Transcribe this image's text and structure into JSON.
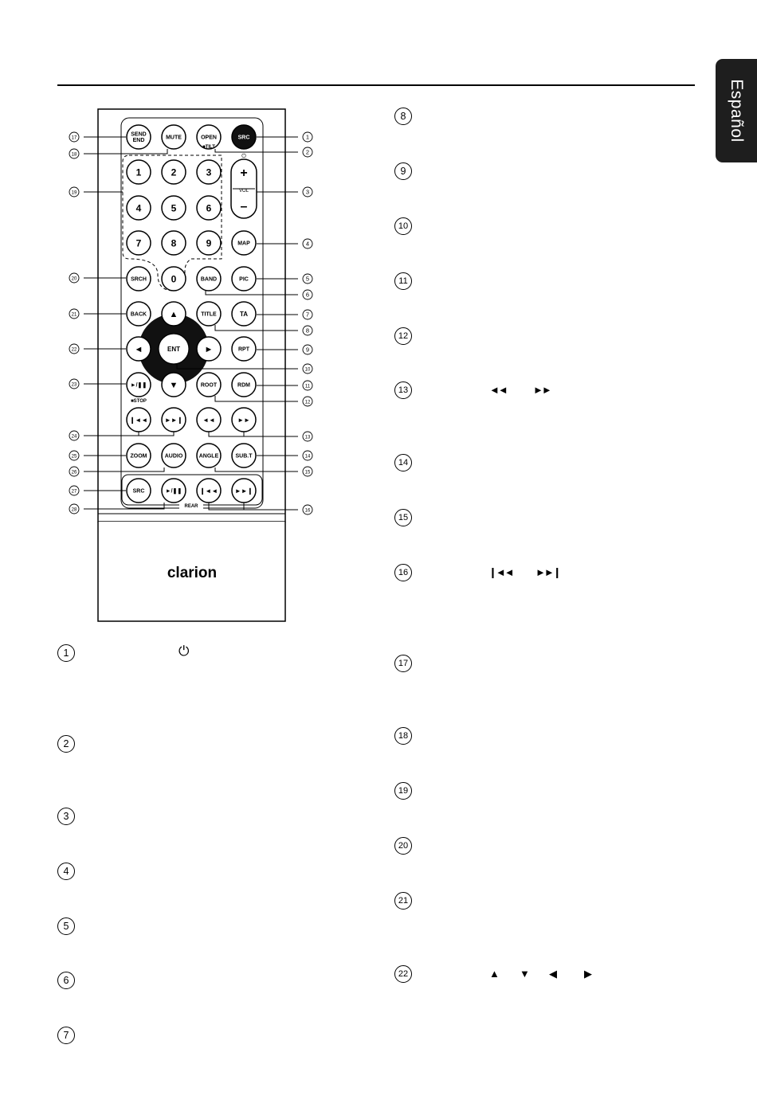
{
  "sidebar_tab": "Español",
  "remote": {
    "brand": "clarion",
    "buttons": {
      "send_end": [
        "SEND",
        "END"
      ],
      "mute": "MUTE",
      "open": "OPEN",
      "src": "SRC",
      "tilt": "■TILT",
      "power": "⏻",
      "vol": "VOL",
      "vol_up": "+",
      "vol_down": "–",
      "n1": "1",
      "n2": "2",
      "n3": "3",
      "n4": "4",
      "n5": "5",
      "n6": "6",
      "n7": "7",
      "n8": "8",
      "n9": "9",
      "n0": "0",
      "map": "MAP",
      "srch": "SRCH",
      "band": "BAND",
      "pic": "PIC",
      "back": "BACK",
      "up": "▲",
      "title": "TITLE",
      "ta": "TA",
      "left": "◄",
      "ent": "ENT",
      "right": "►",
      "rpt": "RPT",
      "play_pause": "►/❚❚",
      "stop": "■STOP",
      "down": "▼",
      "root": "ROOT",
      "rdm": "RDM",
      "prev": "❙◄◄",
      "next": "►►❙",
      "rew": "◄◄",
      "ff": "►►",
      "zoom": "ZOOM",
      "audio": "AUDIO",
      "angle": "ANGLE",
      "subt": "SUB.T",
      "rear_src": "SRC",
      "rear_play": "►/❚❚",
      "rear_prev": "❙◄◄",
      "rear_next": "►►❙",
      "rear": "REAR"
    },
    "callouts": [
      "①",
      "②",
      "③",
      "④",
      "⑤",
      "⑥",
      "⑦",
      "⑧",
      "⑨",
      "⑩",
      "⑪",
      "⑫",
      "⑬",
      "⑭",
      "⑮",
      "⑯",
      "⑰",
      "⑱",
      "⑲",
      "⑳",
      "㉑",
      "㉒",
      "㉓",
      "㉔",
      "㉕",
      "㉖",
      "㉗",
      "㉘"
    ]
  },
  "list_left": [
    {
      "num": "1",
      "icon": "⏻"
    },
    {
      "num": "2"
    },
    {
      "num": "3"
    },
    {
      "num": "4"
    },
    {
      "num": "5"
    },
    {
      "num": "6"
    },
    {
      "num": "7"
    }
  ],
  "list_right": [
    {
      "num": "8"
    },
    {
      "num": "9"
    },
    {
      "num": "10"
    },
    {
      "num": "11"
    },
    {
      "num": "12"
    },
    {
      "num": "13",
      "icons": [
        "◄◄",
        "►►"
      ]
    },
    {
      "num": "14"
    },
    {
      "num": "15"
    },
    {
      "num": "16",
      "icons": [
        "❙◄◄",
        "►►❙"
      ]
    },
    {
      "num": "17"
    },
    {
      "num": "18"
    },
    {
      "num": "19"
    },
    {
      "num": "20"
    },
    {
      "num": "21"
    },
    {
      "num": "22",
      "icons": [
        "▲",
        "▼",
        "◀",
        "▶"
      ]
    }
  ]
}
